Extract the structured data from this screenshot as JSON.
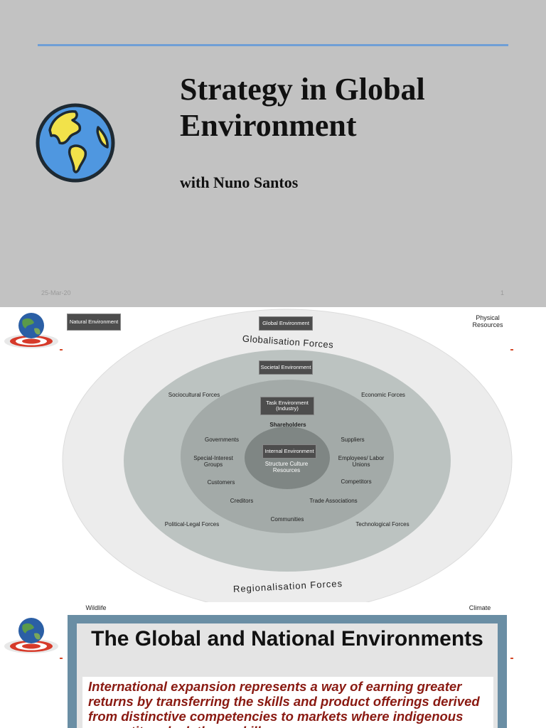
{
  "slide1": {
    "title": "Strategy in Global Environment",
    "subtitle": "with Nuno Santos",
    "date": "25-Mar-20",
    "page_number": "1",
    "icon": "globe-icon",
    "colors": {
      "background": "#c2c2c2",
      "rule": "#6f9fd6",
      "globe_ocean": "#4f97e0",
      "globe_land": "#f2e24a"
    }
  },
  "slide2": {
    "corners": {
      "natural": "Natural Environment",
      "physical": "Physical Resources"
    },
    "rings": {
      "global_box": "Global Environment",
      "globalisation_forces": "Globalisation Forces",
      "regionalisation_forces": "Regionalisation Forces",
      "societal_box": "Societal Environment",
      "task_box": "Task Environment (Industry)",
      "internal_box": "Internal Environment",
      "internal_content": "Structure Culture Resources"
    },
    "forces": {
      "sociocultural": "Sociocultural Forces",
      "economic": "Economic Forces",
      "political": "Political-Legal Forces",
      "technological": "Technological Forces"
    },
    "stakeholders": {
      "shareholders": "Shareholders",
      "governments": "Governments",
      "suppliers": "Suppliers",
      "special_interest": "Special-Interest Groups",
      "employees": "Employees/ Labor Unions",
      "customers": "Customers",
      "competitors": "Competitors",
      "creditors": "Creditors",
      "trade_associations": "Trade Associations",
      "communities": "Communities"
    },
    "icon": "earth-target-icon"
  },
  "slide3": {
    "corners": {
      "wildlife": "Wildlife",
      "climate": "Climate"
    },
    "heading": "The Global and National Environments",
    "body": "International expansion represents a way of earning greater returns by transferring the skills and product offerings derived from distinctive competencies to markets where indigenous competitors lack those skills.",
    "icon": "earth-target-icon",
    "colors": {
      "frame": "#6a8ea4",
      "body_text": "#8a1a12"
    }
  }
}
